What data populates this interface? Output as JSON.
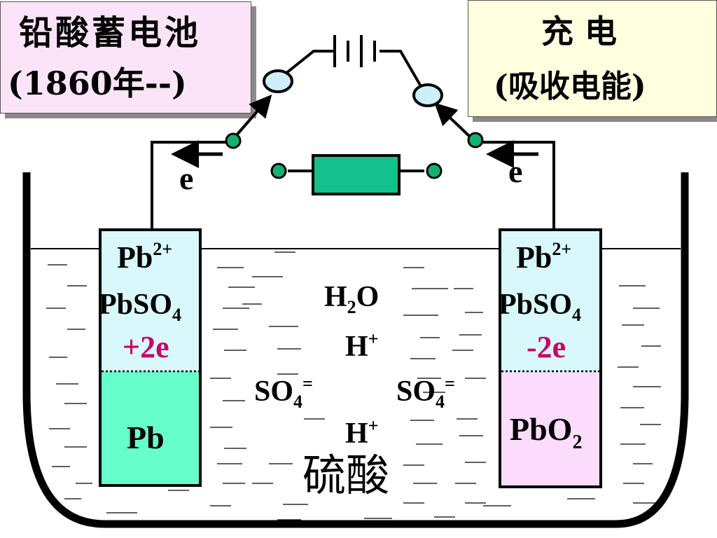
{
  "title_left": {
    "line1": "铅酸蓄电池",
    "line2": "(1860年--)"
  },
  "title_right": {
    "line1": "充 电",
    "line2": "(吸收电能)"
  },
  "electron_label": "e",
  "left_electrode": {
    "ion": "Pb",
    "ion_charge": "2+",
    "sulfate_base": "PbSO",
    "sulfate_sub": "4",
    "electron_change": "+2e",
    "material": "Pb"
  },
  "right_electrode": {
    "ion": "Pb",
    "ion_charge": "2+",
    "sulfate_base": "PbSO",
    "sulfate_sub": "4",
    "electron_change": "-2e",
    "material_base": "PbO",
    "material_sub": "2"
  },
  "solution": {
    "water_h": "H",
    "water_sub": "2",
    "water_o": "O",
    "hplus": "H",
    "hplus_charge": "+",
    "sulfate": "SO",
    "sulfate_sub": "4",
    "sulfate_charge": "=",
    "name": "硫酸"
  },
  "colors": {
    "electrode_top": "#d8f8fc",
    "lead": "#66ffcc",
    "lead_dioxide": "#fcdcfc",
    "resistor": "#14c08c",
    "switch_open": "#cdeffa",
    "switch_node": "#14b070",
    "charge_text": "#cc0066"
  }
}
